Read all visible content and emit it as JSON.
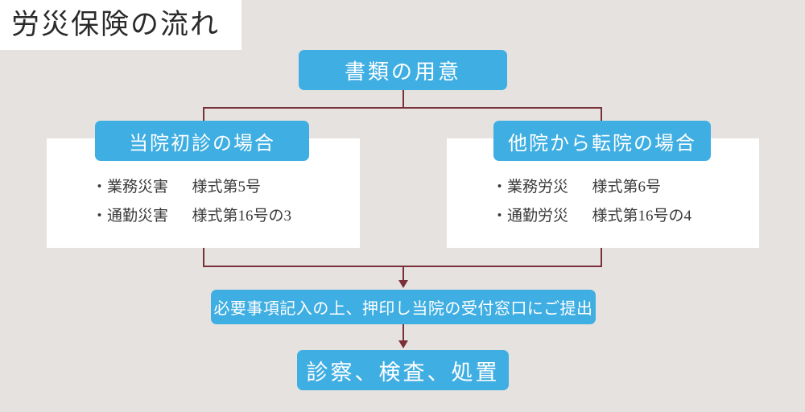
{
  "diagram": {
    "title": "労災保険の流れ",
    "colors": {
      "background": "#e6e2e0",
      "box_blue": "#3faee2",
      "connector": "#7a3038",
      "panel_white": "#ffffff",
      "title_text": "#2b2b2b"
    },
    "steps": {
      "prepare": "書類の用意",
      "submit": "必要事項記入の上、押印し当院の受付窓口にご提出",
      "exam": "診察、検査、処置"
    },
    "branches": [
      {
        "header": "当院初診の場合",
        "items": [
          {
            "label": "・業務災害",
            "form": "様式第5号"
          },
          {
            "label": "・通勤災害",
            "form": "様式第16号の3"
          }
        ]
      },
      {
        "header": "他院から転院の場合",
        "items": [
          {
            "label": "・業務労災",
            "form": "様式第6号"
          },
          {
            "label": "・通勤労災",
            "form": "様式第16号の4"
          }
        ]
      }
    ]
  }
}
